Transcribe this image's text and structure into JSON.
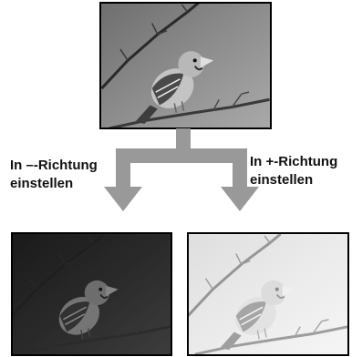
{
  "labels": {
    "minus": {
      "line1": "In –-Richtung",
      "line2": "einstellen"
    },
    "plus": {
      "line1": "In +-Richtung",
      "line2": "einstellen"
    }
  },
  "images": [
    {
      "role": "original",
      "tone": "normal"
    },
    {
      "role": "darker",
      "tone": "dark"
    },
    {
      "role": "lighter",
      "tone": "light"
    }
  ],
  "colors": {
    "arrow": "#999999",
    "frame": "#000000"
  }
}
